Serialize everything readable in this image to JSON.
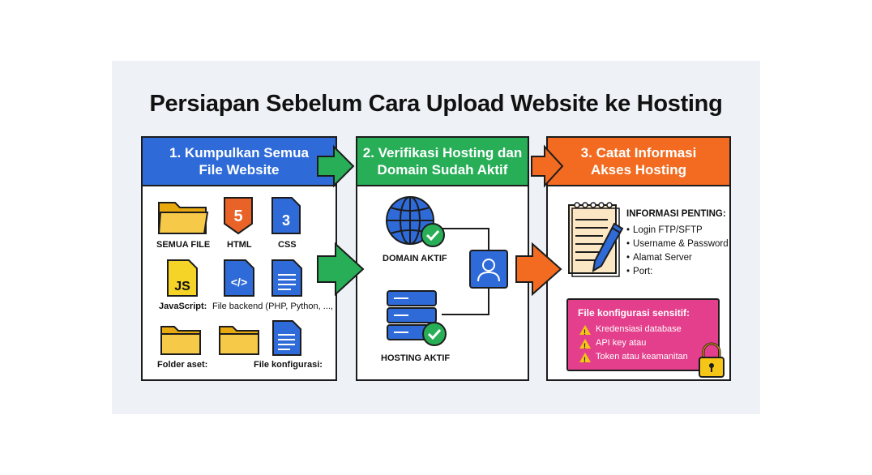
{
  "title": "Persiapan Sebelum Cara Upload Website ke Hosting",
  "steps": [
    {
      "line1": "1. Kumpulkan Semua",
      "line2": "File Website",
      "color": "#2f6bd8"
    },
    {
      "line1": "2. Verifikasi Hosting dan",
      "line2": "Domain Sudah Aktif",
      "color": "#27ae57"
    },
    {
      "line1": "3. Catat Informasi",
      "line2": "Akses Hosting",
      "color": "#f26b21"
    }
  ],
  "files": {
    "all_files": "SEMUA FILE",
    "html": "HTML",
    "css": "CSS",
    "javascript": "JavaScript:",
    "backend": "File backend (PHP, Python, ...,",
    "assets": "Folder aset:",
    "config": "File konfigurasi:",
    "html5_badge": "5",
    "css3_badge": "3",
    "js_badge": "JS",
    "code_badge": "</>"
  },
  "verify": {
    "domain": "DOMAIN AKTIF",
    "hosting": "HOSTING AKTIF"
  },
  "access": {
    "info_title": "INFORMASI PENTING:",
    "items": [
      "Login FTP/SFTP",
      "Username & Password",
      "Alamat Server",
      "Port:"
    ],
    "sensitive_title": "File konfigurasi sensitif:",
    "sensitive_items": [
      "Kredensiasi database",
      "API key atau",
      "Token atau keamanitan"
    ]
  },
  "icons": [
    "folder-icon",
    "html5-icon",
    "css3-icon",
    "js-icon",
    "code-icon",
    "document-icon",
    "globe-icon",
    "server-icon",
    "check-icon",
    "user-icon",
    "notepad-icon",
    "pen-icon",
    "warning-icon",
    "lock-icon",
    "arrow-icon"
  ]
}
